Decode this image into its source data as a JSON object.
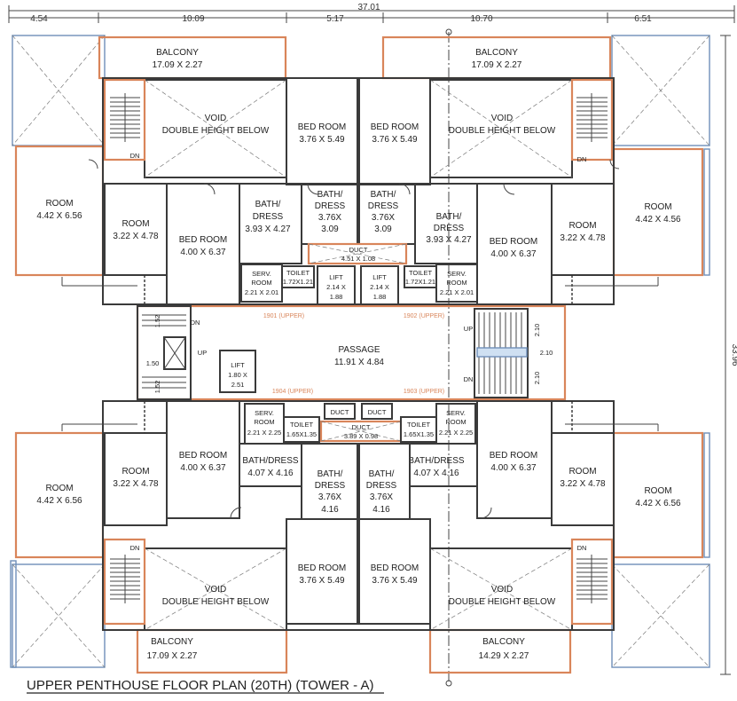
{
  "dimensions": {
    "overall": "37.01",
    "top": [
      "4.54",
      "10.09",
      "5.17",
      "10.70",
      "6.51"
    ],
    "right": "33.96",
    "stair_left": [
      "1.52",
      "1.50",
      "1.52"
    ],
    "stair_right": [
      "2.10",
      "2.10",
      "2.10"
    ]
  },
  "rooms": {
    "balcony": "BALCONY",
    "balcony_dim": "17.09 X 2.27",
    "balcony_dim_br": "14.29 X 2.27",
    "void": "VOID",
    "double_height": "DOUBLE HEIGHT BELOW",
    "bed_room": "BED ROOM",
    "bed_dim_center": "3.76 X 5.49",
    "bed_dim_side": "4.00 X 6.37",
    "room": "ROOM",
    "room_dim_small": "3.22 X 4.78",
    "room_dim_large_a": "4.42 X 6.56",
    "room_dim_large_b": "4.42 X 4.56",
    "bath_dress": "BATH/",
    "dress": "DRESS",
    "bath_dim_a": "3.93 X 4.27",
    "bath_dim_center": "3.76X",
    "bath_dim_center2": "3.09",
    "bath_dress_full": "BATH/DRESS",
    "bath_dim_b": "4.07 X 4.16",
    "bath_dim_center3": "4.16",
    "duct": "DUCT",
    "duct_dim_top": "4.51 X 1.08",
    "duct_dim_bottom": "3.89 X 0.98",
    "lift": "LIFT",
    "lift_dim": "2.14 X",
    "lift_dim2": "1.88",
    "lift_small_a": "1.80 X",
    "lift_small_b": "2.51",
    "serv": "SERV.",
    "serv_room": "ROOM",
    "serv_dim_top": "2.21 X 2.01",
    "serv_dim_bottom": "2.21 X 2.25",
    "toilet": "TOILET",
    "toilet_dim_top": "1.72X1.21",
    "toilet_dim_bottom": "1.65X1.35",
    "passage": "PASSAGE",
    "passage_dim": "11.91 X 4.84",
    "dn": "DN",
    "up": "UP",
    "flat_1901": "1901 (UPPER)",
    "flat_1902": "1902 (UPPER)",
    "flat_1903": "1903 (UPPER)",
    "flat_1904": "1904 (UPPER)"
  },
  "title": "UPPER PENTHOUSE FLOOR PLAN (20TH) (TOWER - A)",
  "colors": {
    "wall": "#3a3a3a",
    "partition": "#d9855a",
    "window": "#6f8fb8"
  }
}
